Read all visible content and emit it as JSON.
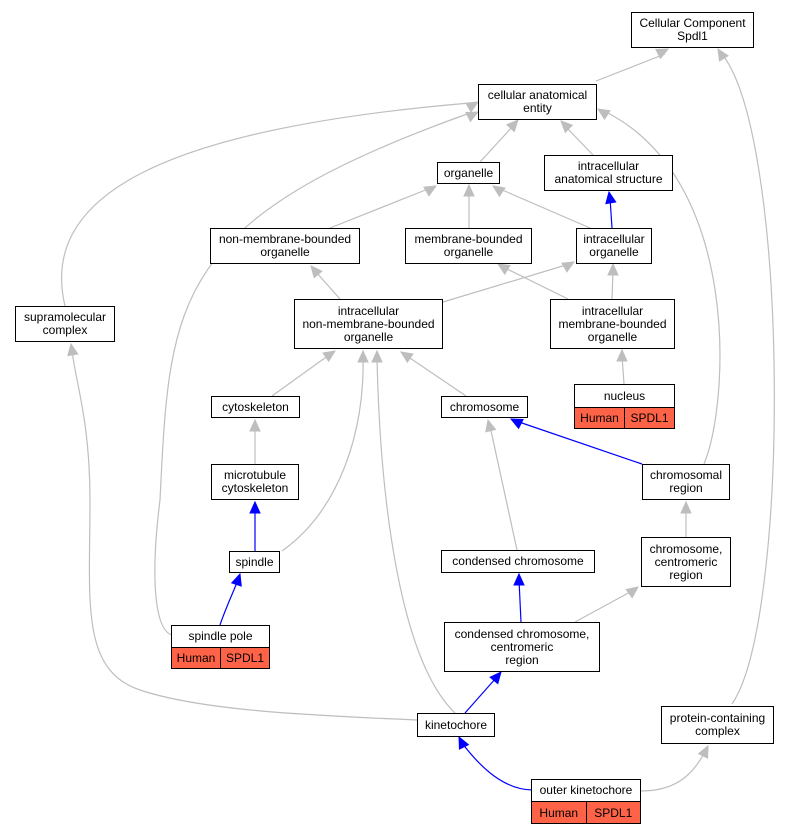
{
  "nodes": {
    "cellular_component": "Cellular Component\nSpdl1",
    "cellular_anatomical_entity": "cellular anatomical\nentity",
    "organelle": "organelle",
    "intracellular_anatomical_structure": "intracellular\nanatomical structure",
    "non_membrane_bounded_organelle": "non-membrane-bounded\norganelle",
    "membrane_bounded_organelle": "membrane-bounded\norganelle",
    "intracellular_organelle": "intracellular\norganelle",
    "supramolecular_complex": "supramolecular\ncomplex",
    "intracellular_non_membrane_bounded_organelle": "intracellular\nnon-membrane-bounded\norganelle",
    "intracellular_membrane_bounded_organelle": "intracellular\nmembrane-bounded\norganelle",
    "nucleus": "nucleus",
    "cytoskeleton": "cytoskeleton",
    "chromosome": "chromosome",
    "microtubule_cytoskeleton": "microtubule\ncytoskeleton",
    "chromosomal_region": "chromosomal\nregion",
    "spindle": "spindle",
    "condensed_chromosome": "condensed chromosome",
    "chromosome_centromeric_region": "chromosome,\ncentromeric\nregion",
    "spindle_pole": "spindle pole",
    "condensed_chromosome_centromeric_region": "condensed chromosome,\ncentromeric\nregion",
    "kinetochore": "kinetochore",
    "protein_containing_complex": "protein-containing\ncomplex",
    "outer_kinetochore": "outer kinetochore"
  },
  "annotations": {
    "nucleus": {
      "species": "Human",
      "gene": "SPDL1"
    },
    "spindle_pole": {
      "species": "Human",
      "gene": "SPDL1"
    },
    "outer_kinetochore": {
      "species": "Human",
      "gene": "SPDL1"
    }
  },
  "edge_colors": {
    "is_a": "#bebebe",
    "part_of": "#0000ff"
  }
}
